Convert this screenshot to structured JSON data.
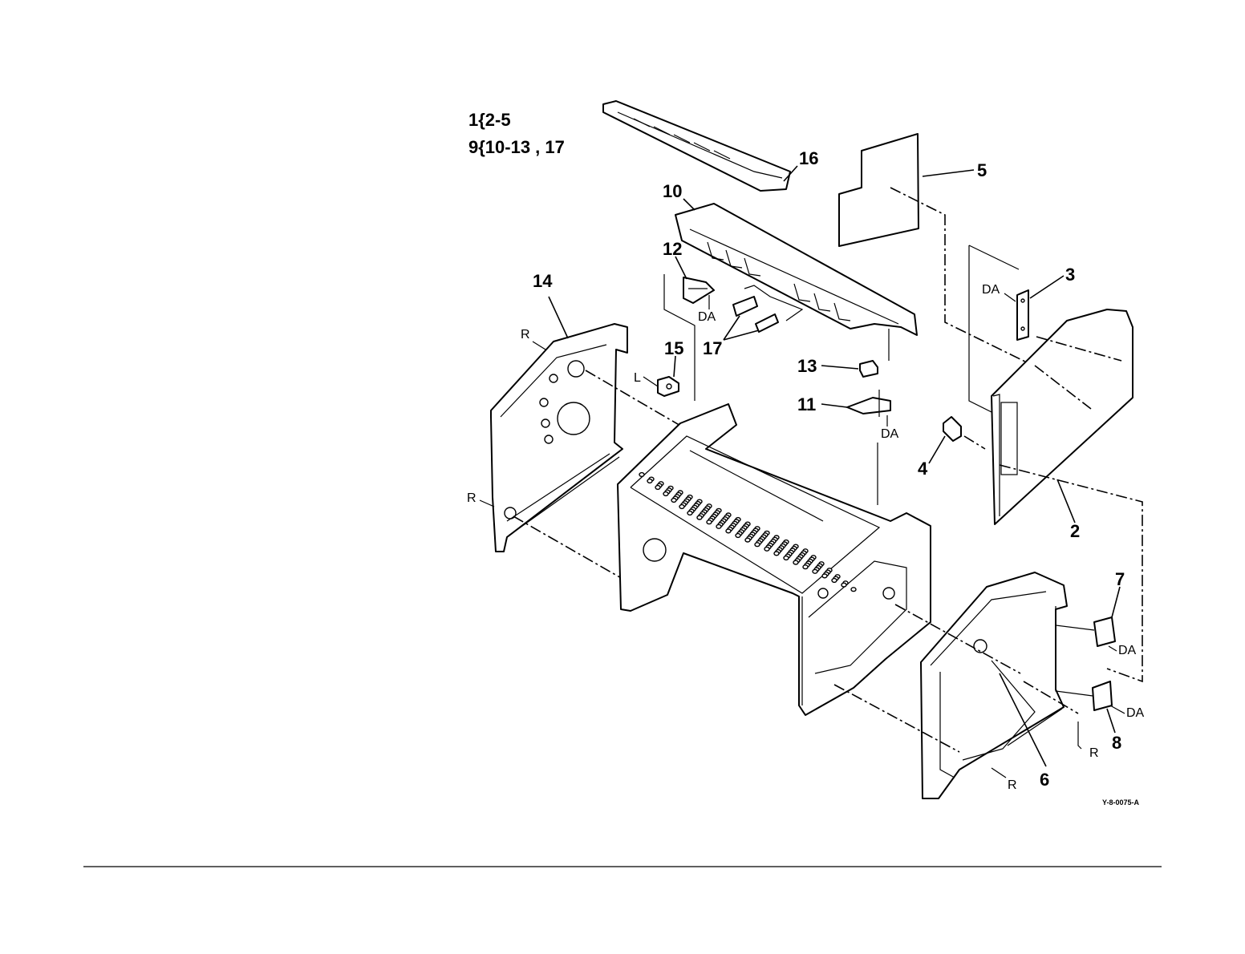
{
  "legend": {
    "line1": "1{2-5",
    "line2": "9{10-13 , 17"
  },
  "callouts": {
    "c2": "2",
    "c3": "3",
    "c4": "4",
    "c5": "5",
    "c6": "6",
    "c7": "7",
    "c8": "8",
    "c10": "10",
    "c11": "11",
    "c12": "12",
    "c13": "13",
    "c14": "14",
    "c15": "15",
    "c16": "16",
    "c17": "17"
  },
  "marks": {
    "da_3": "DA",
    "da_12": "DA",
    "da_11": "DA",
    "da_7": "DA",
    "da_8": "DA",
    "r_14a": "R",
    "r_14b": "R",
    "r_6a": "R",
    "r_6b": "R",
    "l_15": "L"
  },
  "figure_id": "Y-8-0075-A"
}
